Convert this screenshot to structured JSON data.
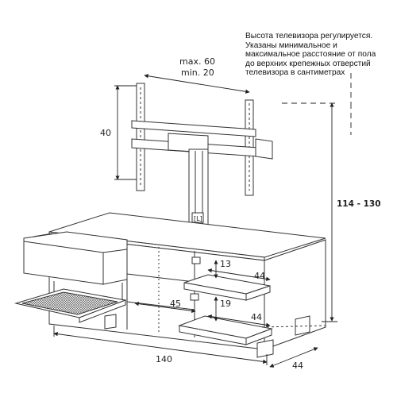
{
  "note": {
    "lines": [
      "Высота телевизора регулируется.",
      "Указаны минимальное и",
      "максимальное  расстояние от пола",
      "до верхних крепежных отверстий",
      "телевизора в сантиметрах"
    ]
  },
  "dims": {
    "bracket_max": "max. 60",
    "bracket_min": "min. 20",
    "bracket_height": "40",
    "total_height": "114 - 130",
    "drawer_top_height": "13",
    "shelf_depth_top": "44",
    "inner_width": "45",
    "drawer_bottom_height": "19",
    "shelf_depth_bottom": "44",
    "total_width": "140",
    "total_depth": "44"
  },
  "colors": {
    "line": "#333333",
    "dim": "#222222",
    "dash": "#333333",
    "mesh": "#555555"
  }
}
